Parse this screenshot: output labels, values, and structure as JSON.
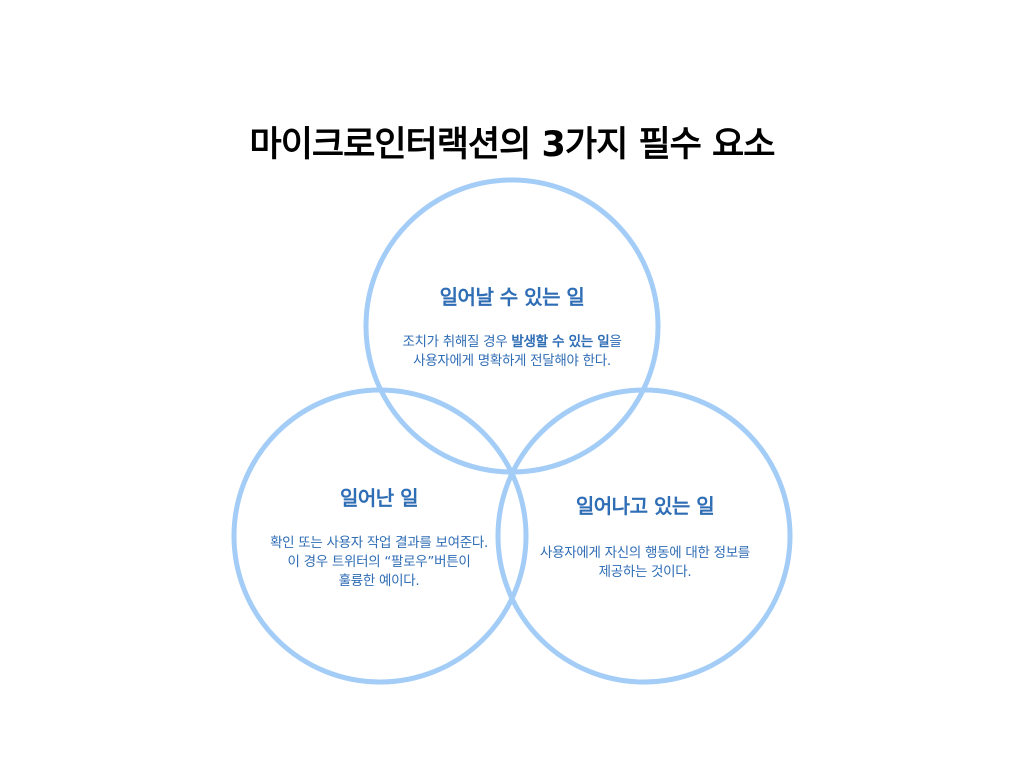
{
  "title": "마이크로인터랙션의 3가지 필수 요소",
  "colors": {
    "circle": "#a3cdf7",
    "text": "#2f6db5"
  },
  "circles": [
    {
      "heading": "일어날 수 있는 일",
      "line1_pre": "조치가 취해질 경우 ",
      "line1_bold": "발생할 수 있는 일",
      "line1_post": "을",
      "line2": "사용자에게 명확하게 전달해야 한다."
    },
    {
      "heading": "일어난 일",
      "line1": "확인 또는 사용자 작업 결과를 보여준다.",
      "line2": "이 경우 트위터의 “팔로우”버튼이",
      "line3": "훌륭한 예이다."
    },
    {
      "heading": "일어나고 있는 일",
      "line1": "사용자에게 자신의 행동에 대한 정보를",
      "line2": "제공하는 것이다."
    }
  ]
}
